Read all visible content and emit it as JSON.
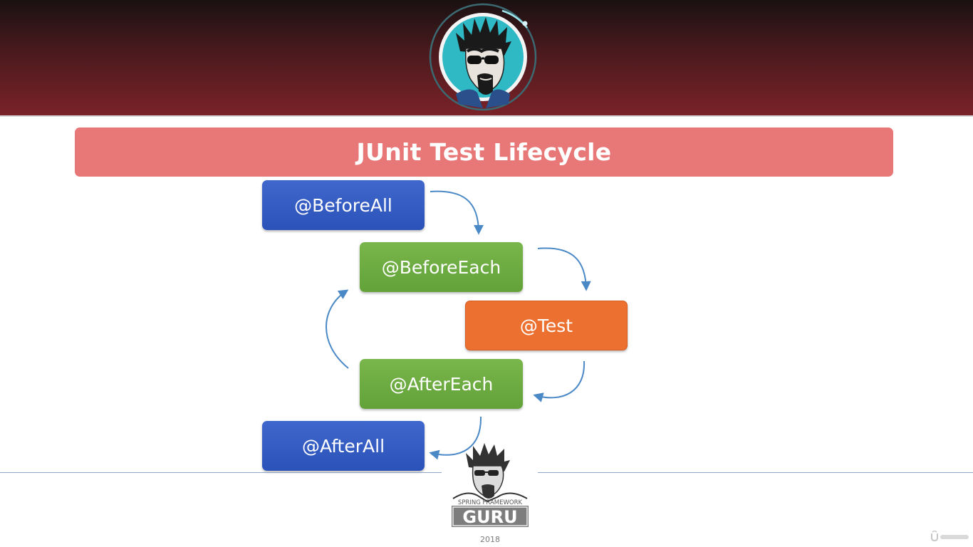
{
  "title": "JUnit Test Lifecycle",
  "nodes": {
    "before_all": "@BeforeAll",
    "before_each": "@BeforeEach",
    "test": "@Test",
    "after_each": "@AfterEach",
    "after_all": "@AfterAll"
  },
  "footer": {
    "logo_subtitle": "SPRING FRAMEWORK",
    "logo_wordmark": "GURU",
    "year": "2018"
  },
  "icons": {
    "avatar": "cartoon-character-with-sunglasses",
    "footer_logo": "spring-framework-guru-logo",
    "watermark": "udemy-logo"
  },
  "colors": {
    "title_banner": "#e87878",
    "node_blue": "#2f57bf",
    "node_green": "#6aaa3f",
    "node_orange": "#ec7030",
    "arrow": "#4a88c6"
  }
}
